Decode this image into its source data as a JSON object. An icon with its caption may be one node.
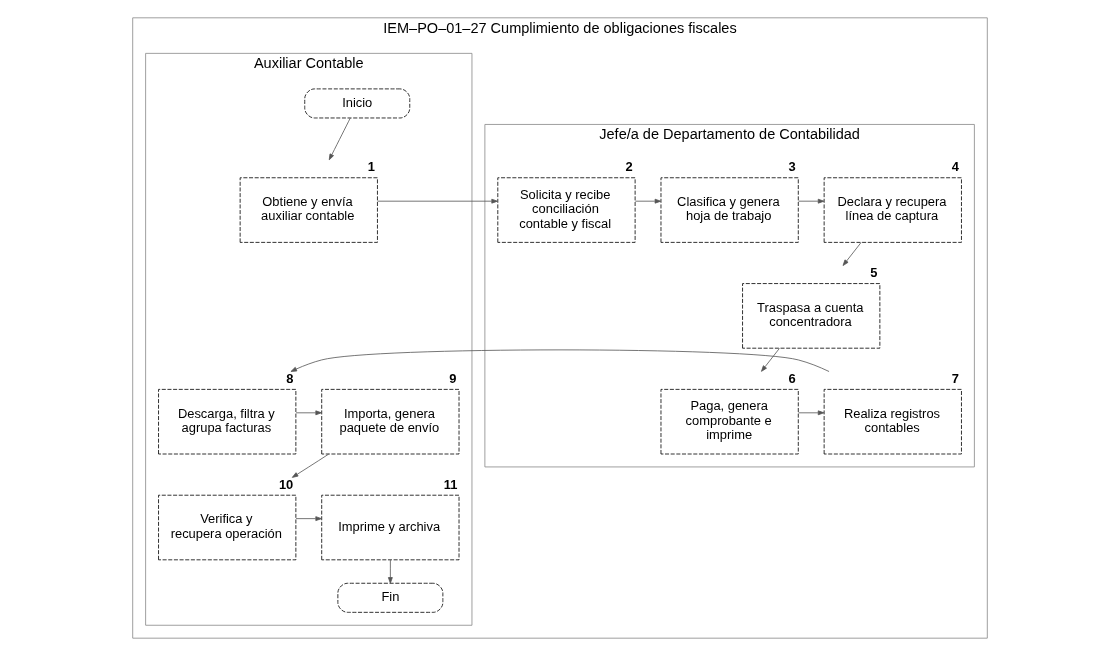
{
  "diagram": {
    "nodes": [
      {
        "text": [
          "IEM–PO–01–27 Cumplimiento de obligaciones fiscales"
        ]
      },
      {
        "text": [
          "Auxiliar Contable"
        ],
        "in": 0
      },
      {
        "text": [
          "Jefe/a de Departamento de Contabilidad"
        ],
        "in": 0
      },
      {
        "text": [
          "Inicio"
        ],
        "in": 1
      },
      {
        "text": [
          "Obtiene y envía auxiliar contable"
        ],
        "beside": [
          "1"
        ],
        "in": 1
      },
      {
        "text": [
          "Solicita y recibe conciliación contable y fiscal"
        ],
        "beside": [
          "2"
        ],
        "in": 2
      },
      {
        "text": [
          "Clasifica y genera hoja de trabajo"
        ],
        "beside": [
          "3"
        ],
        "in": 2
      },
      {
        "text": [
          "Declara y recupera línea de captura"
        ],
        "beside": [
          "4"
        ],
        "in": 2
      },
      {
        "text": [
          "Traspasa a cuenta concentradora"
        ],
        "beside": [
          "5"
        ],
        "in": 2
      },
      {
        "text": [
          "Paga, genera comprobante e imprime"
        ],
        "beside": [
          "6"
        ],
        "in": 2
      },
      {
        "text": [
          "Realiza registros contables"
        ],
        "beside": [
          "7"
        ],
        "in": 2
      },
      {
        "text": [
          "Descarga, filtra y agrupa facturas"
        ],
        "beside": [
          "8"
        ],
        "in": 1
      },
      {
        "text": [
          "Importa, genera paquete de envío"
        ],
        "beside": [
          "9"
        ],
        "in": 1
      },
      {
        "text": [
          "Verifica y recupera operación"
        ],
        "beside": [
          "10"
        ],
        "in": 1
      },
      {
        "text": [
          "Imprime y archiva"
        ],
        "beside": [
          "11"
        ],
        "in": 1
      },
      {
        "text": [
          "Fin"
        ],
        "in": 1
      }
    ],
    "edges": [
      {
        "from": 3,
        "to": 4,
        "arrow": "to"
      },
      {
        "from": 4,
        "to": 5,
        "arrow": "to"
      },
      {
        "from": 5,
        "to": 6,
        "arrow": "to"
      },
      {
        "from": 6,
        "to": 7,
        "arrow": "to"
      },
      {
        "from": 7,
        "to": 8,
        "arrow": "to"
      },
      {
        "from": 8,
        "to": 9,
        "arrow": "to"
      },
      {
        "from": 9,
        "to": 10,
        "arrow": "to"
      },
      {
        "from": 10,
        "to": 11,
        "arrow": "to"
      },
      {
        "from": 11,
        "to": 12,
        "arrow": "to"
      },
      {
        "from": 12,
        "to": 13,
        "arrow": "to"
      },
      {
        "from": 13,
        "to": 14,
        "arrow": "to"
      },
      {
        "from": 14,
        "to": 15,
        "arrow": "to"
      }
    ]
  }
}
